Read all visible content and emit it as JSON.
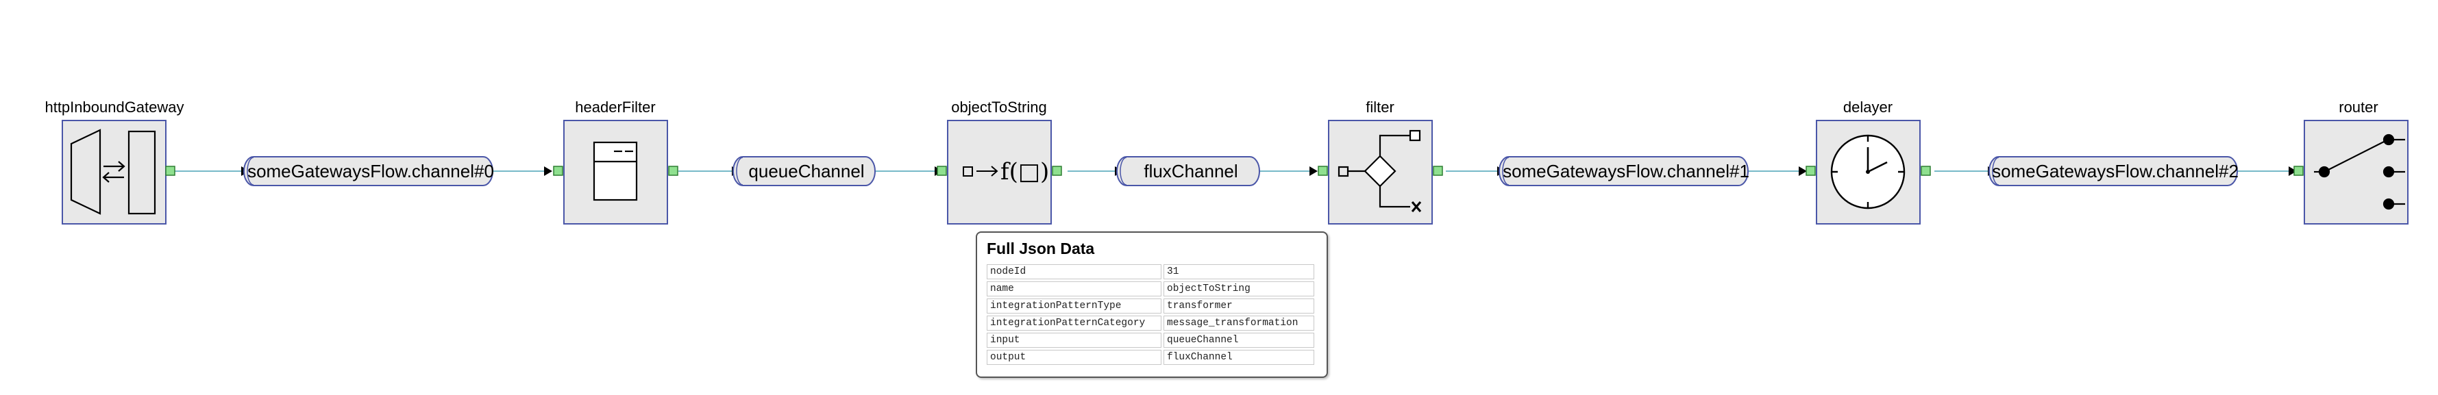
{
  "nodes": [
    {
      "id": "httpInboundGateway",
      "label": "httpInboundGateway",
      "icon": "inbound-gateway-icon"
    },
    {
      "id": "headerFilter",
      "label": "headerFilter",
      "icon": "header-filter-icon"
    },
    {
      "id": "objectToString",
      "label": "objectToString",
      "icon": "transformer-icon"
    },
    {
      "id": "filter",
      "label": "filter",
      "icon": "filter-icon"
    },
    {
      "id": "delayer",
      "label": "delayer",
      "icon": "clock-icon"
    },
    {
      "id": "router",
      "label": "router",
      "icon": "router-switch-icon"
    }
  ],
  "channels": [
    {
      "label": "someGatewaysFlow.channel#0"
    },
    {
      "label": "queueChannel"
    },
    {
      "label": "fluxChannel"
    },
    {
      "label": "someGatewaysFlow.channel#1"
    },
    {
      "label": "someGatewaysFlow.channel#2"
    }
  ],
  "popup": {
    "title": "Full Json Data",
    "rows": [
      {
        "key": "nodeId",
        "value": "31"
      },
      {
        "key": "name",
        "value": "objectToString"
      },
      {
        "key": "integrationPatternType",
        "value": "transformer"
      },
      {
        "key": "integrationPatternCategory",
        "value": "message_transformation"
      },
      {
        "key": "input",
        "value": "queueChannel"
      },
      {
        "key": "output",
        "value": "fluxChannel"
      }
    ]
  },
  "colors": {
    "node_fill": "#e8e8e8",
    "node_border": "#4a56a8",
    "port_fill": "#8fe08f",
    "port_border": "#2e7d32",
    "link": "#4aa3b5"
  },
  "transformer_glyph": "f(□)"
}
